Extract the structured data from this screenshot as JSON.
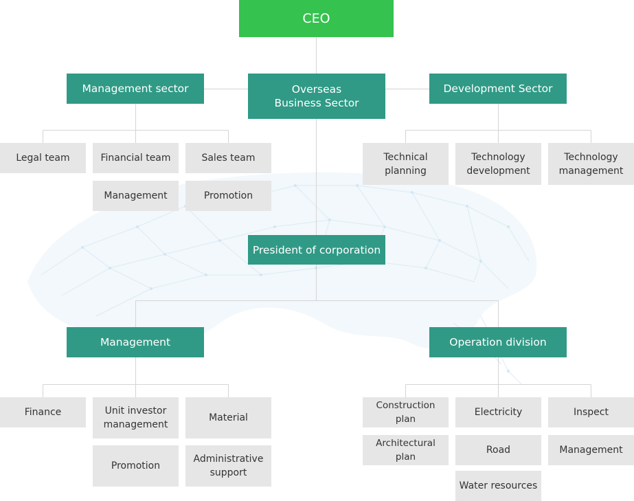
{
  "ceo": "CEO",
  "sectors": {
    "management": "Management sector",
    "overseas": "Overseas Business Sector",
    "development": "Development Sector"
  },
  "management_teams": [
    "Legal team",
    "Financial team",
    "Sales team",
    "Management",
    "Promotion"
  ],
  "development_teams": [
    "Technical planning",
    "Technology development",
    "Technology management"
  ],
  "president": "President of corporation",
  "divisions": {
    "management": "Management",
    "operation": "Operation division"
  },
  "management_division_teams": [
    "Finance",
    "Unit investor management",
    "Material",
    "Promotion",
    "Administrative support"
  ],
  "operation_division_teams": [
    "Construction plan",
    "Electricity",
    "Inspect",
    "Architectural plan",
    "Road",
    "Management",
    "Water resources"
  ],
  "colors": {
    "ceo": "#35c24f",
    "sector": "#309a86",
    "team": "#e6e6e6",
    "connector": "#d4d4d4"
  }
}
